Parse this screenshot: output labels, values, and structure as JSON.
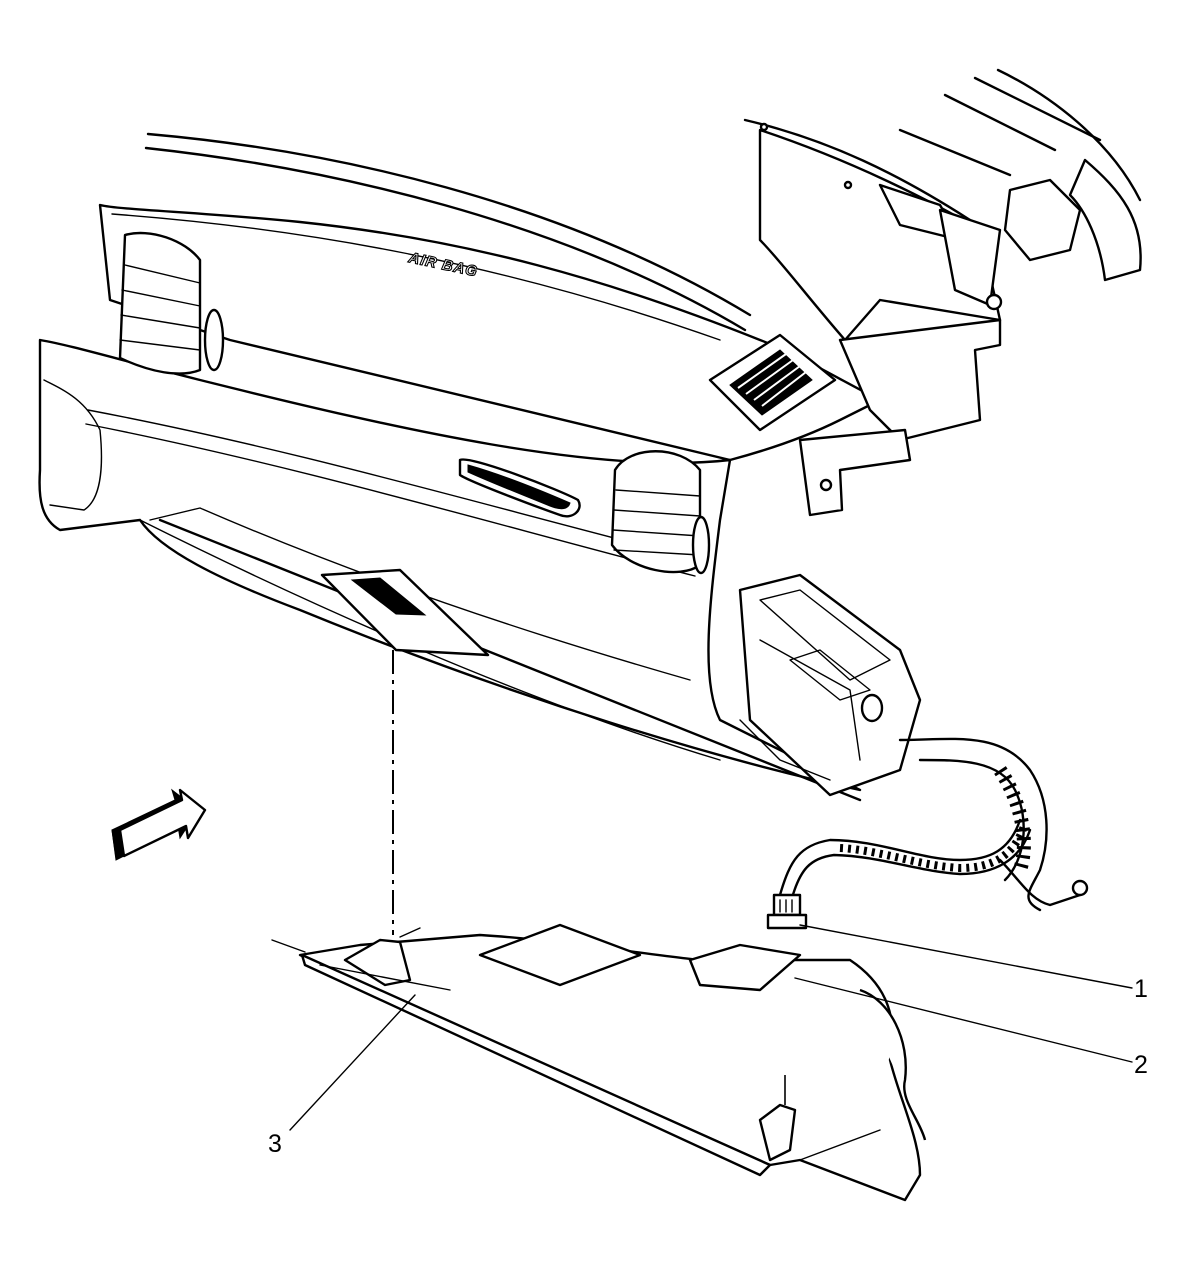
{
  "diagram": {
    "panel_text": "AIR BAG",
    "callouts": [
      {
        "id": "1",
        "label": "1"
      },
      {
        "id": "2",
        "label": "2"
      },
      {
        "id": "3",
        "label": "3"
      }
    ],
    "colors": {
      "line": "#000000",
      "background": "#ffffff",
      "shade": "#d8d8d8"
    }
  }
}
